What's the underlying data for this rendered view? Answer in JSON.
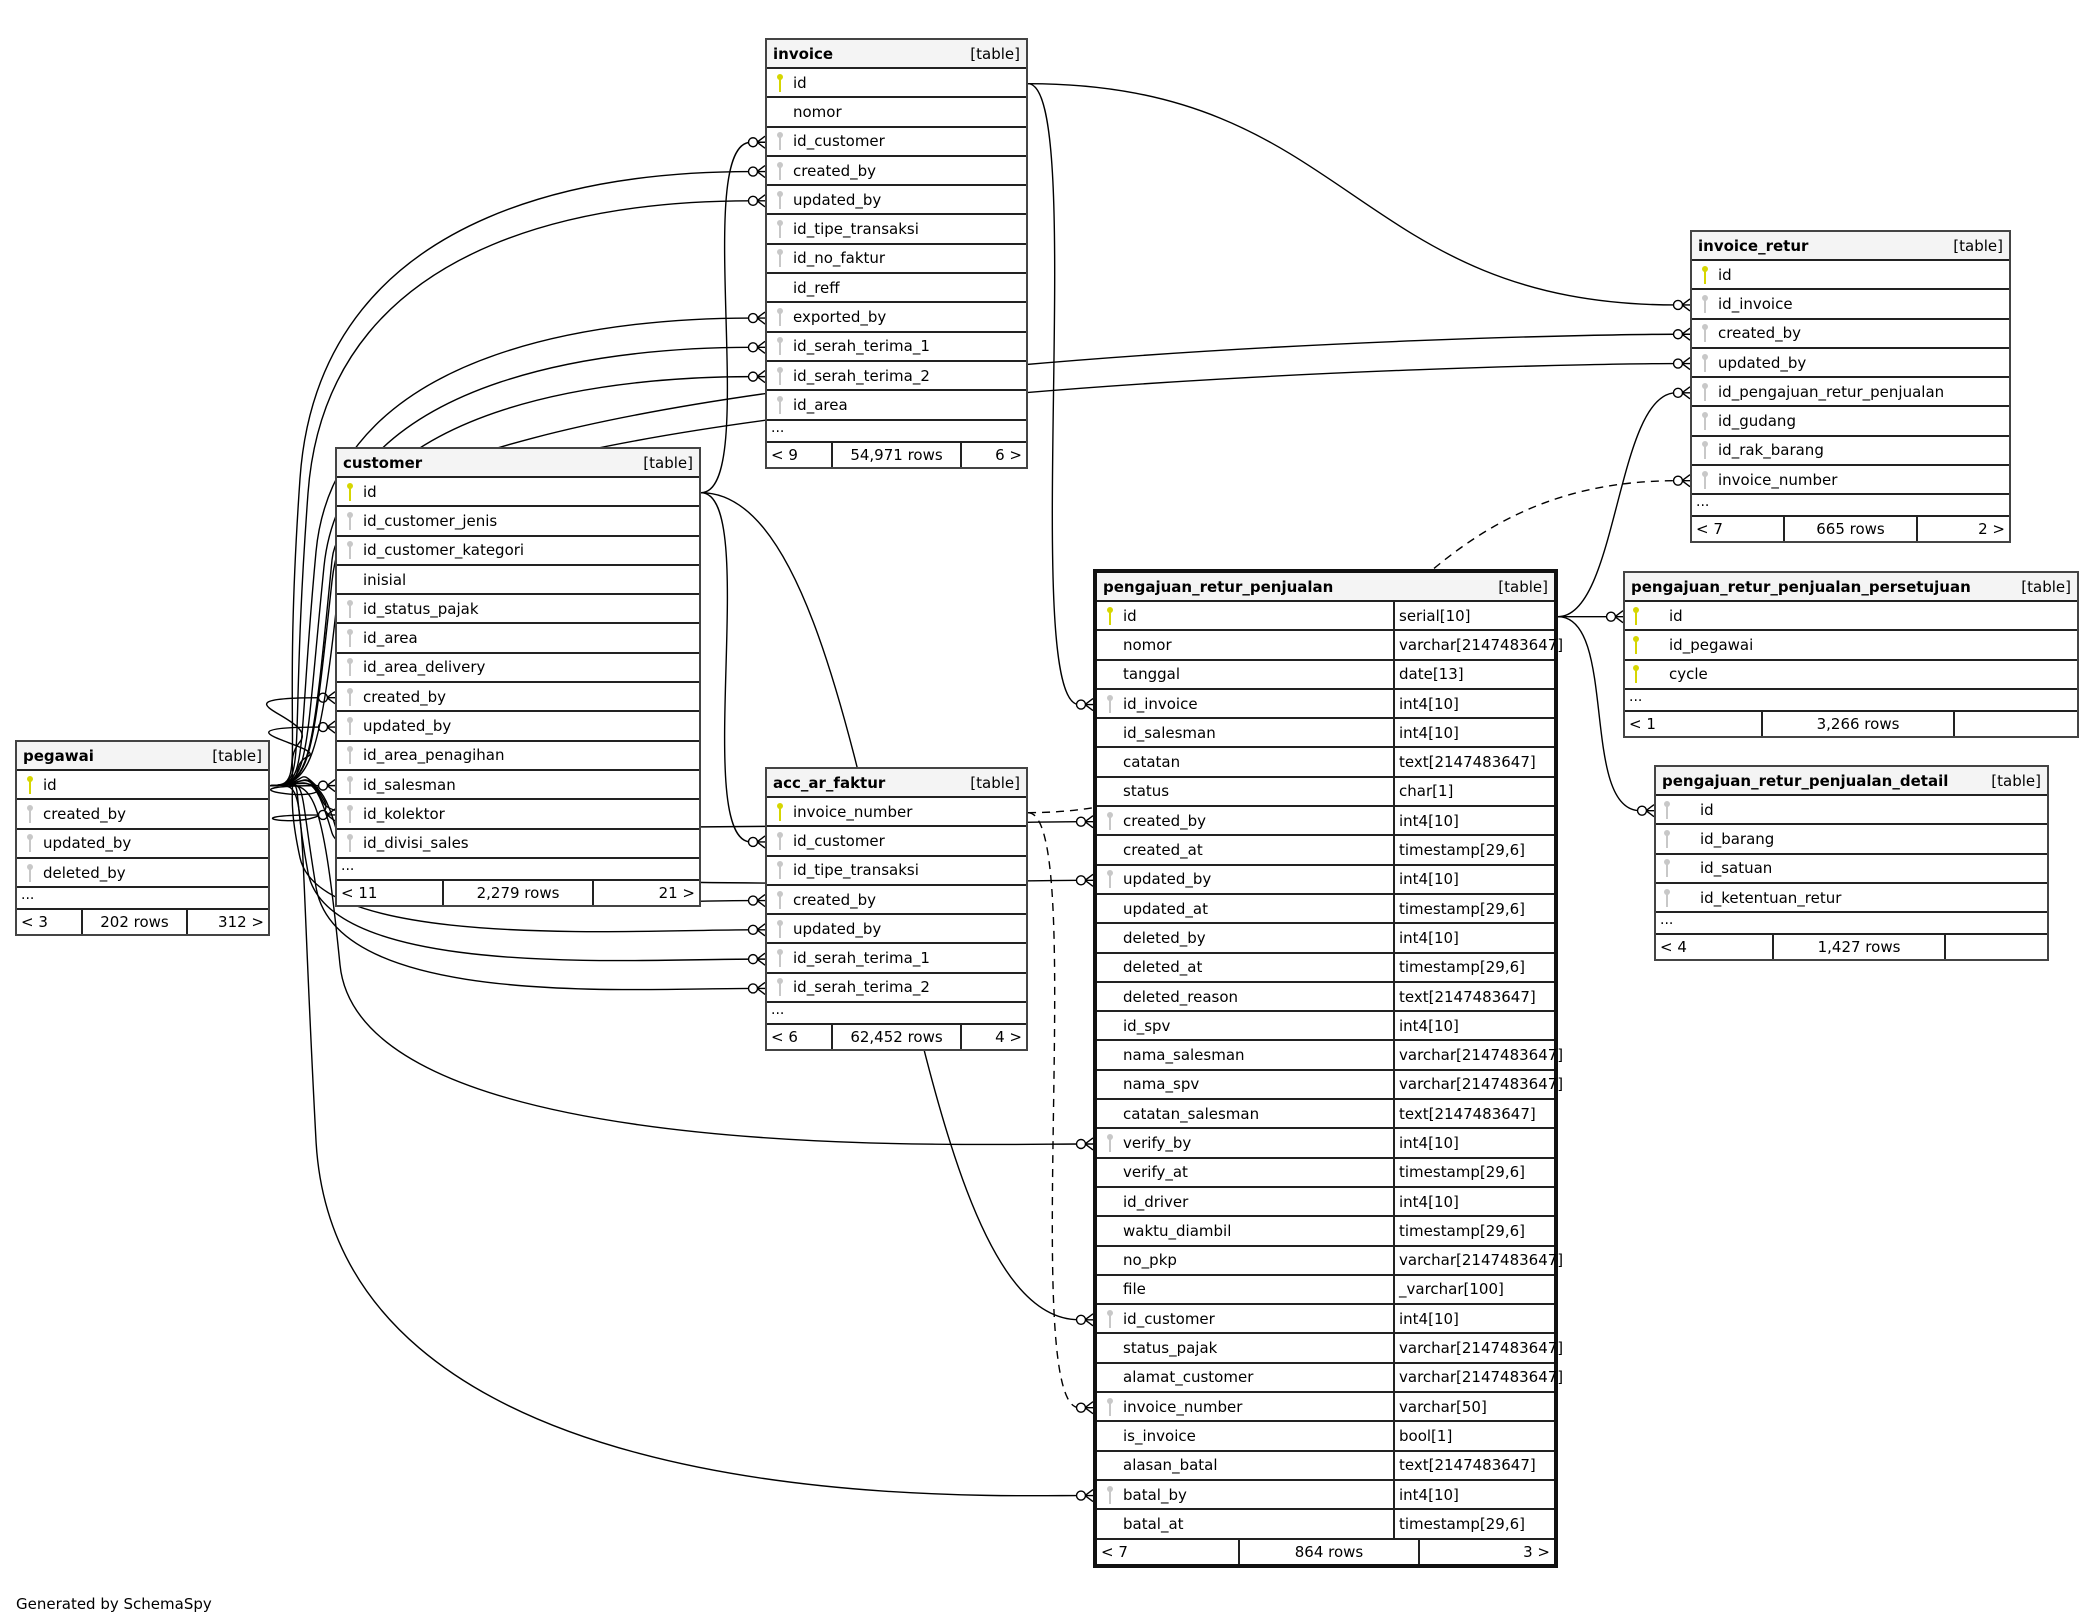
{
  "diagram": {
    "generator_note": "Generated by SchemaSpy",
    "tables": {
      "invoice": {
        "name": "invoice",
        "kind": "[table]",
        "columns": [
          {
            "name": "id",
            "key": "pk"
          },
          {
            "name": "nomor",
            "key": ""
          },
          {
            "name": "id_customer",
            "key": "fk"
          },
          {
            "name": "created_by",
            "key": "fk"
          },
          {
            "name": "updated_by",
            "key": "fk"
          },
          {
            "name": "id_tipe_transaksi",
            "key": "fk"
          },
          {
            "name": "id_no_faktur",
            "key": "fk"
          },
          {
            "name": "id_reff",
            "key": ""
          },
          {
            "name": "exported_by",
            "key": "fk"
          },
          {
            "name": "id_serah_terima_1",
            "key": "fk"
          },
          {
            "name": "id_serah_terima_2",
            "key": "fk"
          },
          {
            "name": "id_area",
            "key": "fk"
          }
        ],
        "more": "...",
        "parents": "< 9",
        "rows": "54,971 rows",
        "children": "6 >"
      },
      "customer": {
        "name": "customer",
        "kind": "[table]",
        "columns": [
          {
            "name": "id",
            "key": "pk"
          },
          {
            "name": "id_customer_jenis",
            "key": "fk"
          },
          {
            "name": "id_customer_kategori",
            "key": "fk"
          },
          {
            "name": "inisial",
            "key": ""
          },
          {
            "name": "id_status_pajak",
            "key": "fk"
          },
          {
            "name": "id_area",
            "key": "fk"
          },
          {
            "name": "id_area_delivery",
            "key": "fk"
          },
          {
            "name": "created_by",
            "key": "fk"
          },
          {
            "name": "updated_by",
            "key": "fk"
          },
          {
            "name": "id_area_penagihan",
            "key": "fk"
          },
          {
            "name": "id_salesman",
            "key": "fk"
          },
          {
            "name": "id_kolektor",
            "key": "fk"
          },
          {
            "name": "id_divisi_sales",
            "key": "fk"
          }
        ],
        "more": "...",
        "parents": "< 11",
        "rows": "2,279 rows",
        "children": "21 >"
      },
      "pegawai": {
        "name": "pegawai",
        "kind": "[table]",
        "columns": [
          {
            "name": "id",
            "key": "pk"
          },
          {
            "name": "created_by",
            "key": "fk"
          },
          {
            "name": "updated_by",
            "key": "fk"
          },
          {
            "name": "deleted_by",
            "key": "fk"
          }
        ],
        "more": "...",
        "parents": "< 3",
        "rows": "202 rows",
        "children": "312 >"
      },
      "acc_ar_faktur": {
        "name": "acc_ar_faktur",
        "kind": "[table]",
        "columns": [
          {
            "name": "invoice_number",
            "key": "pk"
          },
          {
            "name": "id_customer",
            "key": "fk"
          },
          {
            "name": "id_tipe_transaksi",
            "key": "fk"
          },
          {
            "name": "created_by",
            "key": "fk"
          },
          {
            "name": "updated_by",
            "key": "fk"
          },
          {
            "name": "id_serah_terima_1",
            "key": "fk"
          },
          {
            "name": "id_serah_terima_2",
            "key": "fk"
          }
        ],
        "more": "...",
        "parents": "< 6",
        "rows": "62,452 rows",
        "children": "4 >"
      },
      "invoice_retur": {
        "name": "invoice_retur",
        "kind": "[table]",
        "columns": [
          {
            "name": "id",
            "key": "pk"
          },
          {
            "name": "id_invoice",
            "key": "fk"
          },
          {
            "name": "created_by",
            "key": "fk"
          },
          {
            "name": "updated_by",
            "key": "fk"
          },
          {
            "name": "id_pengajuan_retur_penjualan",
            "key": "fk"
          },
          {
            "name": "id_gudang",
            "key": "fk"
          },
          {
            "name": "id_rak_barang",
            "key": "fk"
          },
          {
            "name": "invoice_number",
            "key": "fk"
          }
        ],
        "more": "...",
        "parents": "< 7",
        "rows": "665 rows",
        "children": "2 >"
      },
      "pengajuan_retur_penjualan": {
        "name": "pengajuan_retur_penjualan",
        "kind": "[table]",
        "columns": [
          {
            "name": "id",
            "key": "pk",
            "type": "serial[10]"
          },
          {
            "name": "nomor",
            "key": "",
            "type": "varchar[2147483647]"
          },
          {
            "name": "tanggal",
            "key": "",
            "type": "date[13]"
          },
          {
            "name": "id_invoice",
            "key": "fk",
            "type": "int4[10]"
          },
          {
            "name": "id_salesman",
            "key": "",
            "type": "int4[10]"
          },
          {
            "name": "catatan",
            "key": "",
            "type": "text[2147483647]"
          },
          {
            "name": "status",
            "key": "",
            "type": "char[1]"
          },
          {
            "name": "created_by",
            "key": "fk",
            "type": "int4[10]"
          },
          {
            "name": "created_at",
            "key": "",
            "type": "timestamp[29,6]"
          },
          {
            "name": "updated_by",
            "key": "fk",
            "type": "int4[10]"
          },
          {
            "name": "updated_at",
            "key": "",
            "type": "timestamp[29,6]"
          },
          {
            "name": "deleted_by",
            "key": "",
            "type": "int4[10]"
          },
          {
            "name": "deleted_at",
            "key": "",
            "type": "timestamp[29,6]"
          },
          {
            "name": "deleted_reason",
            "key": "",
            "type": "text[2147483647]"
          },
          {
            "name": "id_spv",
            "key": "",
            "type": "int4[10]"
          },
          {
            "name": "nama_salesman",
            "key": "",
            "type": "varchar[2147483647]"
          },
          {
            "name": "nama_spv",
            "key": "",
            "type": "varchar[2147483647]"
          },
          {
            "name": "catatan_salesman",
            "key": "",
            "type": "text[2147483647]"
          },
          {
            "name": "verify_by",
            "key": "fk",
            "type": "int4[10]"
          },
          {
            "name": "verify_at",
            "key": "",
            "type": "timestamp[29,6]"
          },
          {
            "name": "id_driver",
            "key": "",
            "type": "int4[10]"
          },
          {
            "name": "waktu_diambil",
            "key": "",
            "type": "timestamp[29,6]"
          },
          {
            "name": "no_pkp",
            "key": "",
            "type": "varchar[2147483647]"
          },
          {
            "name": "file",
            "key": "",
            "type": "_varchar[100]"
          },
          {
            "name": "id_customer",
            "key": "fk",
            "type": "int4[10]"
          },
          {
            "name": "status_pajak",
            "key": "",
            "type": "varchar[2147483647]"
          },
          {
            "name": "alamat_customer",
            "key": "",
            "type": "varchar[2147483647]"
          },
          {
            "name": "invoice_number",
            "key": "fk",
            "type": "varchar[50]"
          },
          {
            "name": "is_invoice",
            "key": "",
            "type": "bool[1]"
          },
          {
            "name": "alasan_batal",
            "key": "",
            "type": "text[2147483647]"
          },
          {
            "name": "batal_by",
            "key": "fk",
            "type": "int4[10]"
          },
          {
            "name": "batal_at",
            "key": "",
            "type": "timestamp[29,6]"
          }
        ],
        "parents": "< 7",
        "rows": "864 rows",
        "children": "3 >"
      },
      "pengajuan_retur_penjualan_persetujuan": {
        "name": "pengajuan_retur_penjualan_persetujuan",
        "kind": "[table]",
        "columns": [
          {
            "name": "id",
            "key": "pk"
          },
          {
            "name": "id_pegawai",
            "key": "pk"
          },
          {
            "name": "cycle",
            "key": "pk"
          }
        ],
        "more": "...",
        "parents": "< 1",
        "rows": "3,266 rows",
        "children": ""
      },
      "pengajuan_retur_penjualan_detail": {
        "name": "pengajuan_retur_penjualan_detail",
        "kind": "[table]",
        "columns": [
          {
            "name": "id",
            "key": "fk"
          },
          {
            "name": "id_barang",
            "key": "fk"
          },
          {
            "name": "id_satuan",
            "key": "fk"
          },
          {
            "name": "id_ketentuan_retur",
            "key": "fk"
          }
        ],
        "more": "...",
        "parents": "< 4",
        "rows": "1,427 rows",
        "children": ""
      }
    },
    "relationships": [
      {
        "from": "pegawai.id",
        "to": "invoice.created_by"
      },
      {
        "from": "pegawai.id",
        "to": "invoice.updated_by"
      },
      {
        "from": "pegawai.id",
        "to": "invoice.exported_by"
      },
      {
        "from": "pegawai.id",
        "to": "invoice.id_serah_terima_1"
      },
      {
        "from": "pegawai.id",
        "to": "invoice.id_serah_terima_2"
      },
      {
        "from": "customer.id",
        "to": "invoice.id_customer"
      },
      {
        "from": "pegawai.id",
        "to": "customer.created_by"
      },
      {
        "from": "pegawai.id",
        "to": "customer.updated_by"
      },
      {
        "from": "pegawai.id",
        "to": "customer.id_salesman"
      },
      {
        "from": "pegawai.id",
        "to": "customer.id_kolektor"
      },
      {
        "from": "customer.id",
        "to": "acc_ar_faktur.id_customer"
      },
      {
        "from": "pegawai.id",
        "to": "acc_ar_faktur.created_by"
      },
      {
        "from": "pegawai.id",
        "to": "acc_ar_faktur.updated_by"
      },
      {
        "from": "pegawai.id",
        "to": "acc_ar_faktur.id_serah_terima_1"
      },
      {
        "from": "pegawai.id",
        "to": "acc_ar_faktur.id_serah_terima_2"
      },
      {
        "from": "invoice.id",
        "to": "invoice_retur.id_invoice"
      },
      {
        "from": "pegawai.id",
        "to": "invoice_retur.created_by"
      },
      {
        "from": "pegawai.id",
        "to": "invoice_retur.updated_by"
      },
      {
        "from": "pengajuan_retur_penjualan.id",
        "to": "invoice_retur.id_pengajuan_retur_penjualan"
      },
      {
        "from": "acc_ar_faktur.invoice_number",
        "to": "invoice_retur.invoice_number",
        "implied": true
      },
      {
        "from": "invoice.id",
        "to": "pengajuan_retur_penjualan.id_invoice"
      },
      {
        "from": "pegawai.id",
        "to": "pengajuan_retur_penjualan.created_by"
      },
      {
        "from": "pegawai.id",
        "to": "pengajuan_retur_penjualan.updated_by"
      },
      {
        "from": "pegawai.id",
        "to": "pengajuan_retur_penjualan.verify_by"
      },
      {
        "from": "customer.id",
        "to": "pengajuan_retur_penjualan.id_customer"
      },
      {
        "from": "acc_ar_faktur.invoice_number",
        "to": "pengajuan_retur_penjualan.invoice_number",
        "implied": true
      },
      {
        "from": "pegawai.id",
        "to": "pengajuan_retur_penjualan.batal_by"
      },
      {
        "from": "pengajuan_retur_penjualan.id",
        "to": "pengajuan_retur_penjualan_persetujuan.id"
      },
      {
        "from": "pengajuan_retur_penjualan.id",
        "to": "pengajuan_retur_penjualan_detail.id"
      }
    ]
  }
}
